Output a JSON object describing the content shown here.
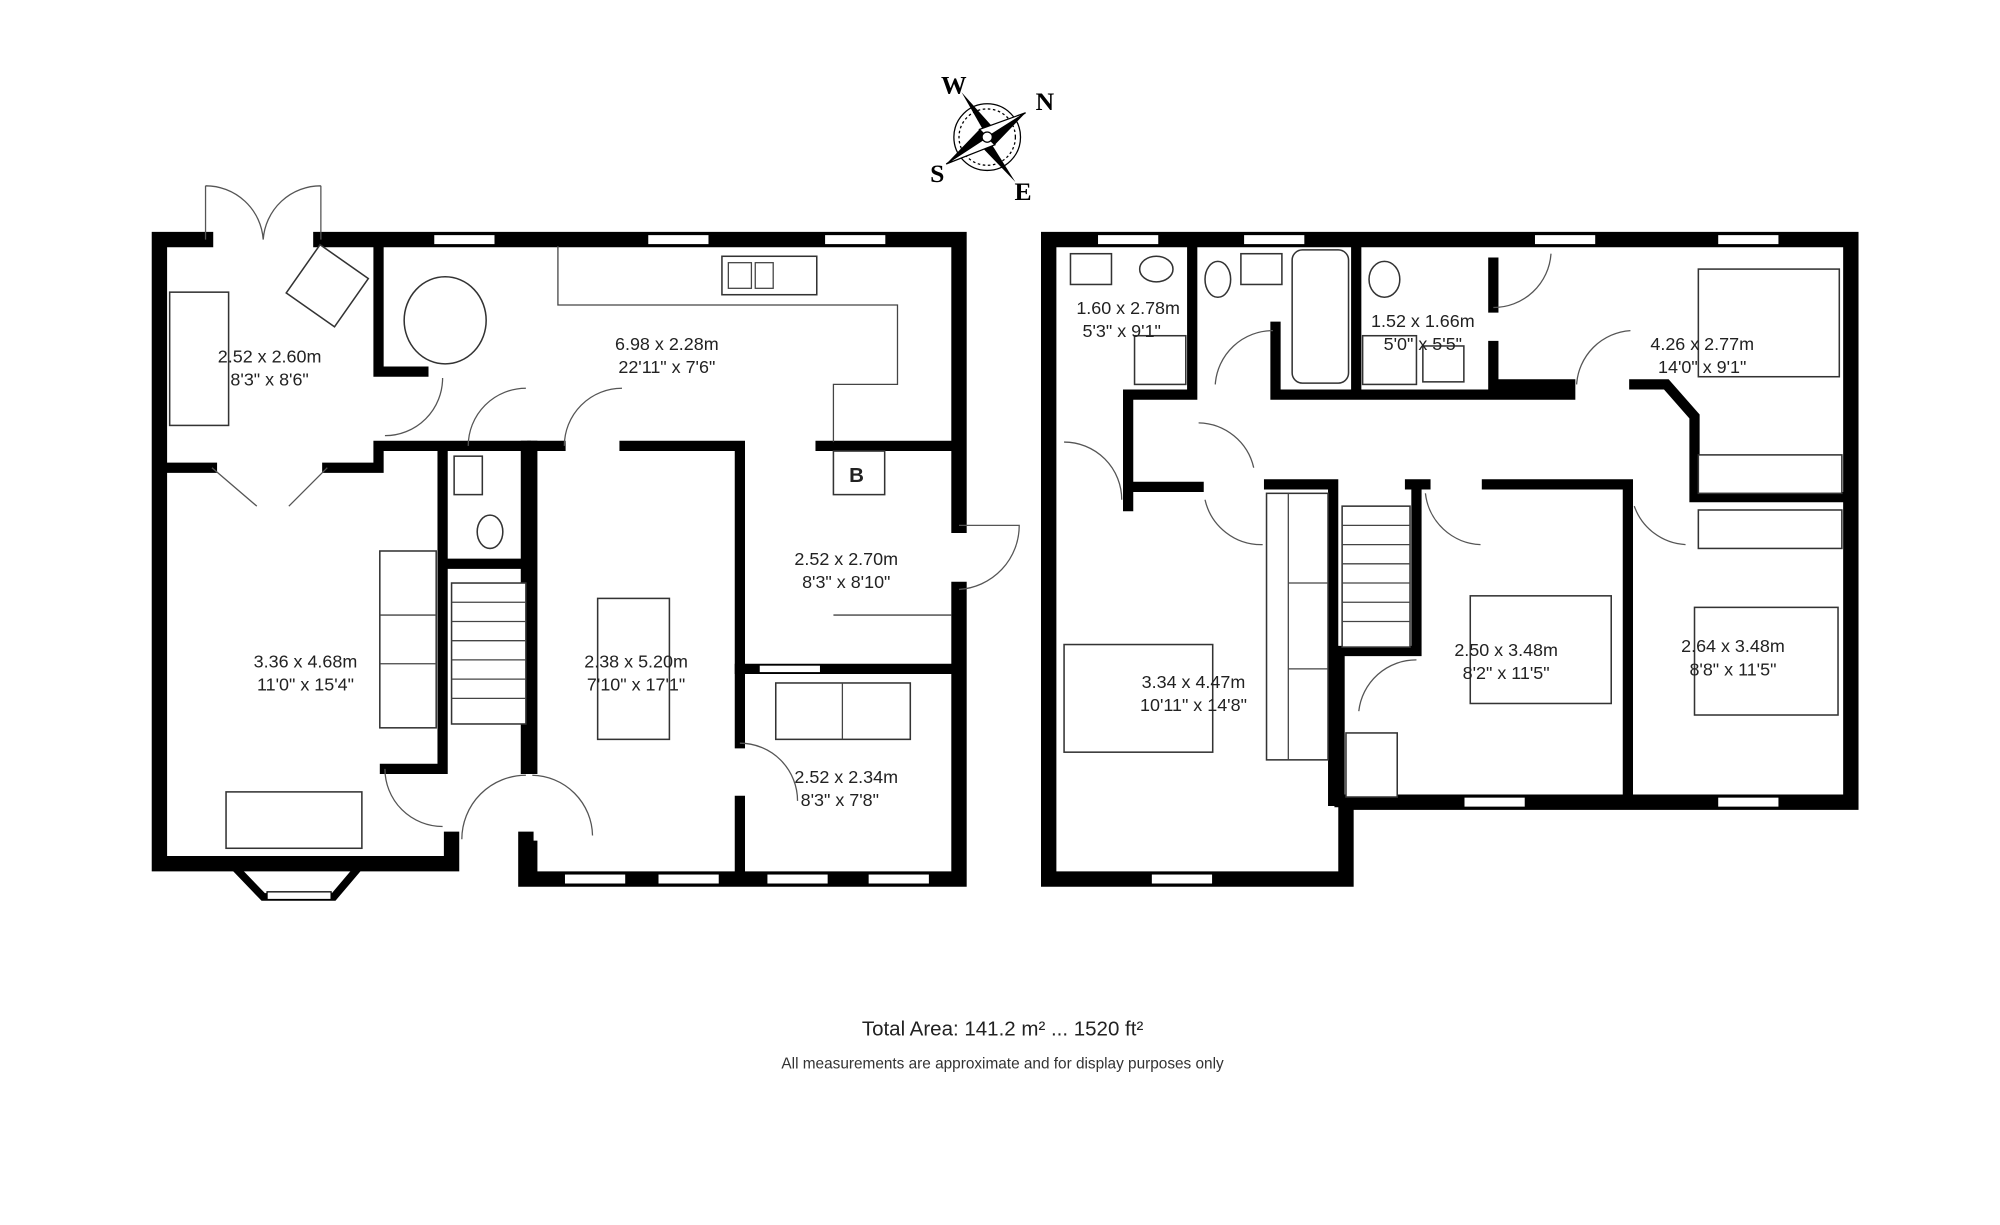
{
  "compass": {
    "w": "W",
    "n": "N",
    "s": "S",
    "e": "E"
  },
  "ground_floor": {
    "rooms": [
      {
        "metric": "2.52 x 2.60m",
        "imperial": "8'3\" x 8'6\""
      },
      {
        "metric": "6.98 x 2.28m",
        "imperial": "22'11\" x 7'6\""
      },
      {
        "metric": "3.36 x 4.68m",
        "imperial": "11'0\" x 15'4\""
      },
      {
        "metric": "2.38 x 5.20m",
        "imperial": "7'10\" x 17'1\""
      },
      {
        "metric": "2.52 x 2.70m",
        "imperial": "8'3\" x 8'10\""
      },
      {
        "metric": "2.52 x 2.34m",
        "imperial": "8'3\" x 7'8\""
      }
    ],
    "boiler_label": "B"
  },
  "first_floor": {
    "rooms": [
      {
        "metric": "1.60 x 2.78m",
        "imperial": "5'3\" x 9'1\""
      },
      {
        "metric": "1.52 x 1.66m",
        "imperial": "5'0\" x 5'5\""
      },
      {
        "metric": "4.26 x 2.77m",
        "imperial": "14'0\" x 9'1\""
      },
      {
        "metric": "3.34 x 4.47m",
        "imperial": "10'11\" x 14'8\""
      },
      {
        "metric": "2.50 x 3.48m",
        "imperial": "8'2\" x 11'5\""
      },
      {
        "metric": "2.64 x 3.48m",
        "imperial": "8'8\" x 11'5\""
      }
    ]
  },
  "footer": {
    "total_area": "Total Area: 141.2 m² ... 1520 ft²",
    "disclaimer": "All measurements are approximate and for display purposes only"
  }
}
